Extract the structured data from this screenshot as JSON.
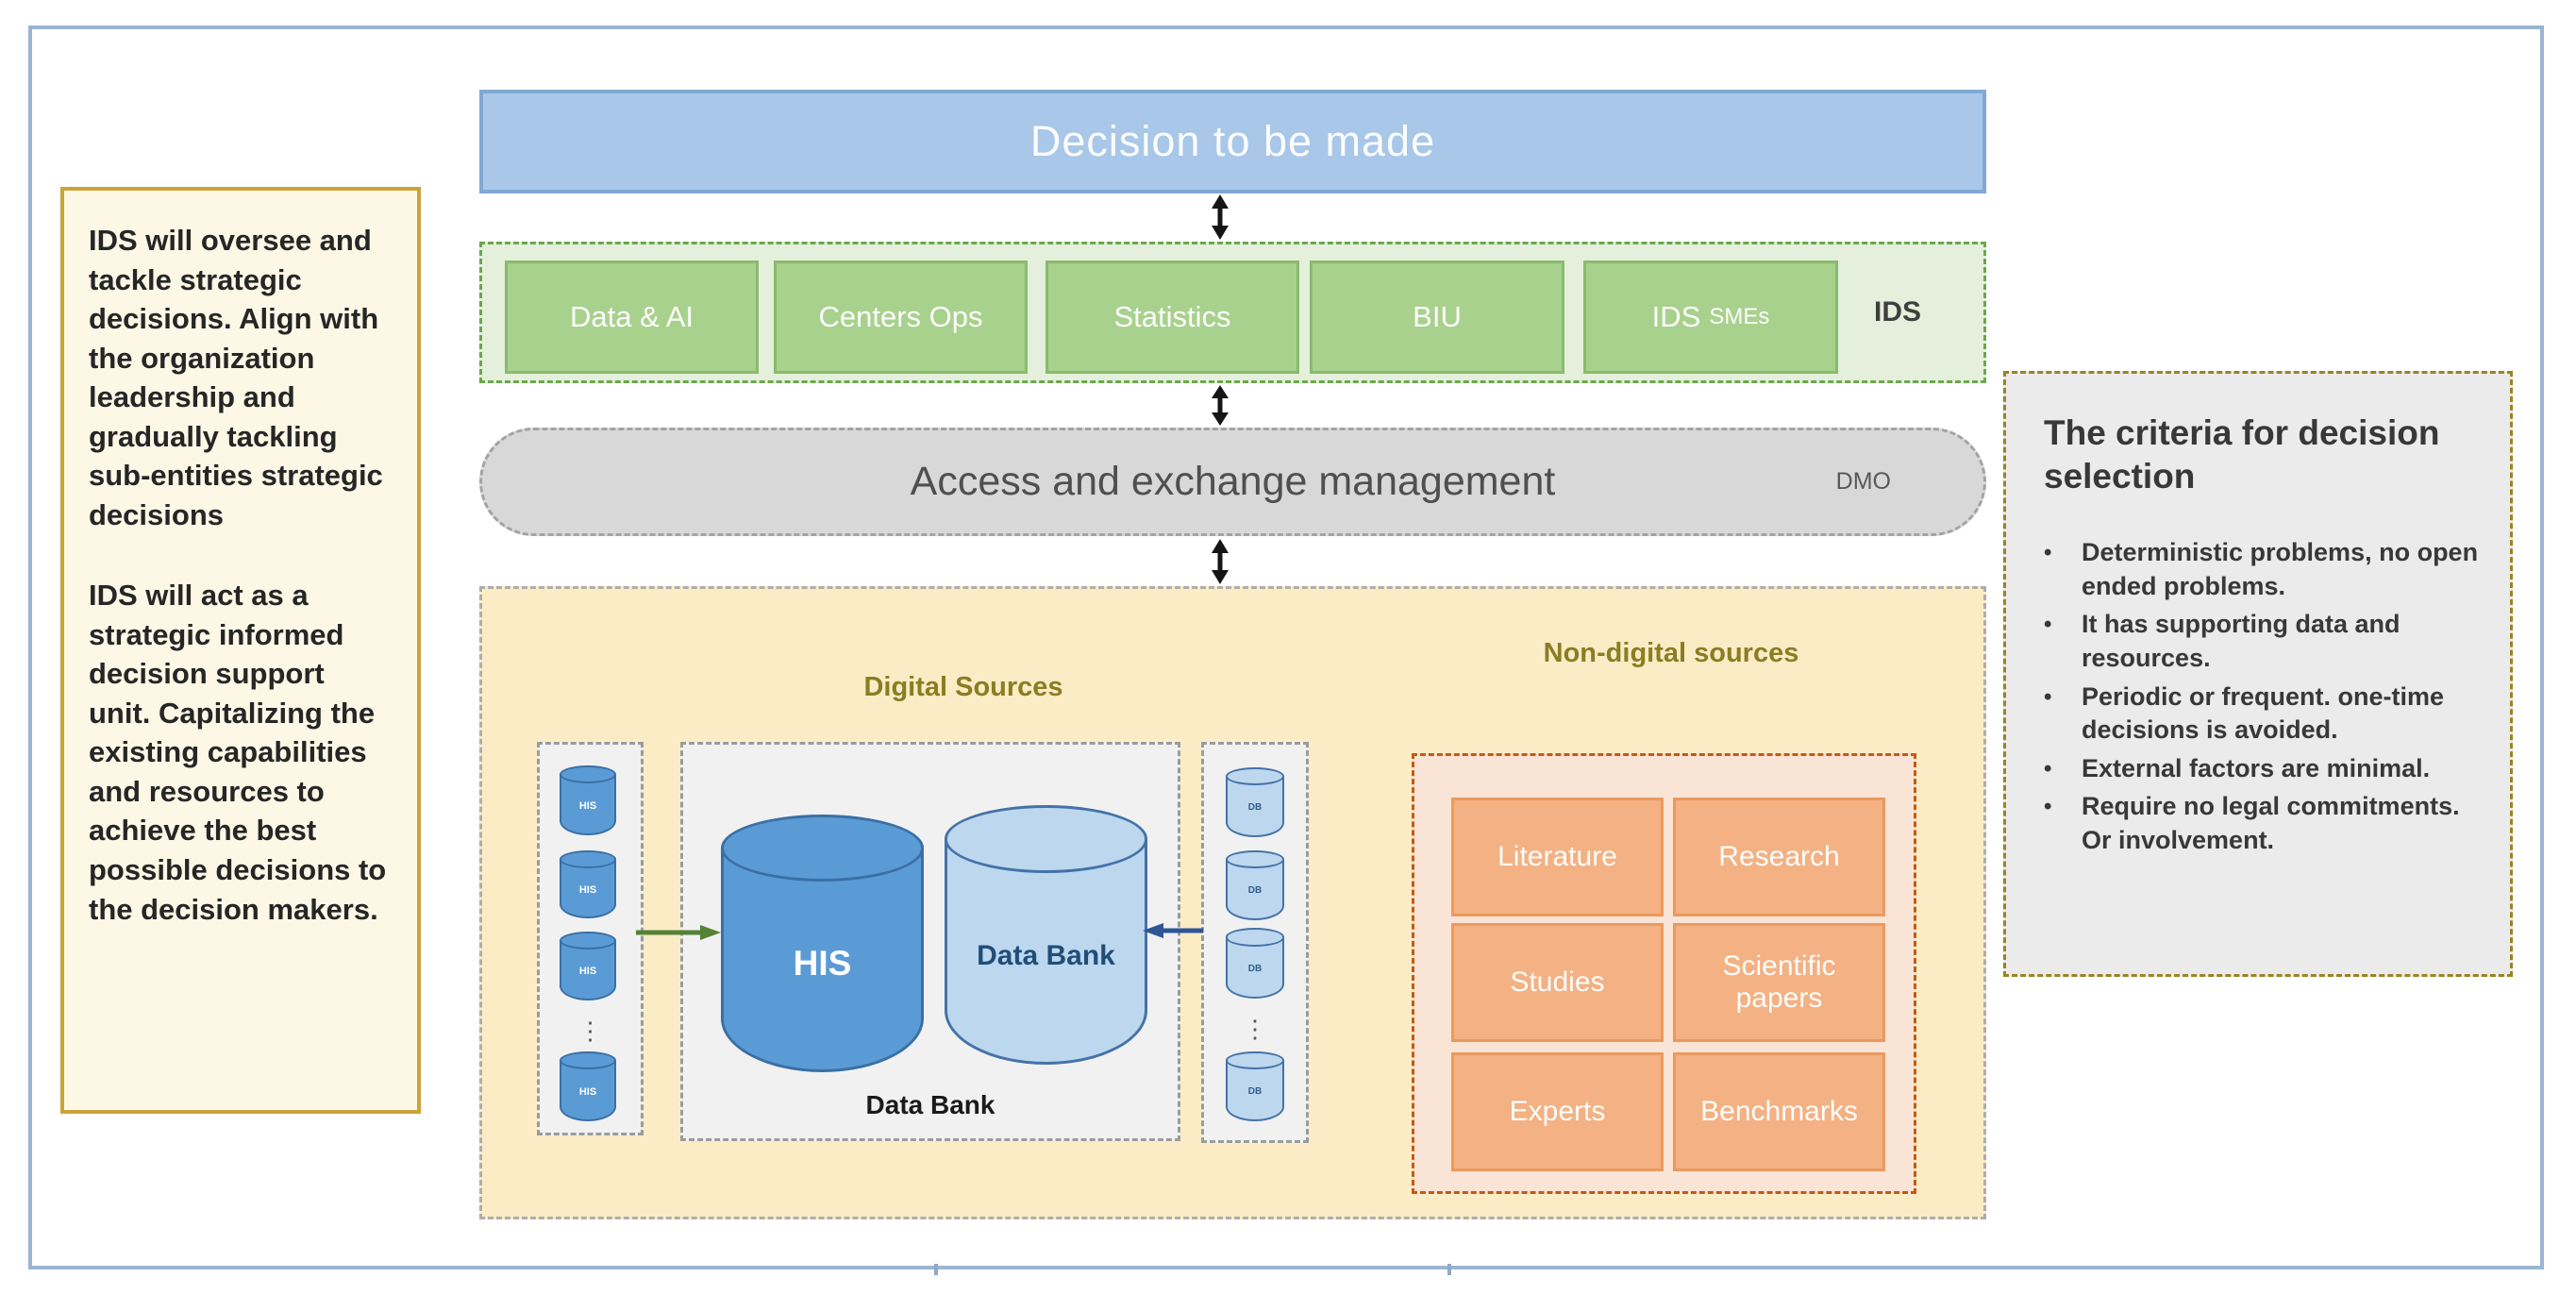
{
  "colors": {
    "frame_border": "#9BB4D2",
    "left_panel_bg": "#FDF7E6",
    "left_panel_border": "#C9A43B",
    "decision_bg": "#A9C7E8",
    "ids_container_bg": "#E4F0DB",
    "ids_container_border": "#6AA74B",
    "ids_box_bg": "#A9D18E",
    "access_bg": "#D8D8D8",
    "sources_bg": "#FBECC6",
    "source_label_color": "#8B7D21",
    "non_digital_bg": "#FAE4D5",
    "non_digital_border": "#C55A11",
    "non_digital_box_bg": "#F4B183",
    "his_cylinder_fill": "#5B9BD5",
    "data_bank_cylinder_fill": "#BDD7EE",
    "criteria_bg": "#EBEBEB",
    "criteria_border": "#9A8420",
    "green_arrow": "#548235",
    "blue_arrow": "#2F5597"
  },
  "left_panel": {
    "paragraph1": "IDS will oversee and tackle strategic decisions. Align with the organization leadership and gradually tackling sub-entities strategic decisions",
    "paragraph2": "IDS will act as a strategic informed decision support unit. Capitalizing the existing capabilities and resources to achieve the best possible decisions to the decision makers."
  },
  "flow": {
    "decision_label": "Decision to be made",
    "ids_container": {
      "boxes": [
        {
          "label": "Data & AI"
        },
        {
          "label": "Centers Ops"
        },
        {
          "label": "Statistics"
        },
        {
          "label": "BIU"
        }
      ],
      "smes_box": {
        "main": "IDS",
        "sub": "SMEs"
      },
      "tag": "IDS"
    },
    "access_box": {
      "label": "Access and exchange management",
      "tag": "DMO"
    },
    "sources": {
      "digital_label": "Digital Sources",
      "non_digital_label": "Non-digital sources",
      "his_small_label": "HIS",
      "db_small_label": "DB",
      "ellipsis": "⋮",
      "his_cylinder_label": "HIS",
      "data_bank_cylinder_label": "Data Bank",
      "data_bank_caption": "Data Bank",
      "non_digital_boxes": [
        "Literature",
        "Research",
        "Studies",
        "Scientific papers",
        "Experts",
        "Benchmarks"
      ]
    }
  },
  "criteria": {
    "title": "The criteria for decision selection",
    "bullets": [
      "Deterministic problems, no open ended problems.",
      "It has supporting data and resources.",
      "Periodic or frequent. one-time decisions is avoided.",
      "External factors are minimal.",
      "Require no legal commitments. Or involvement."
    ]
  }
}
